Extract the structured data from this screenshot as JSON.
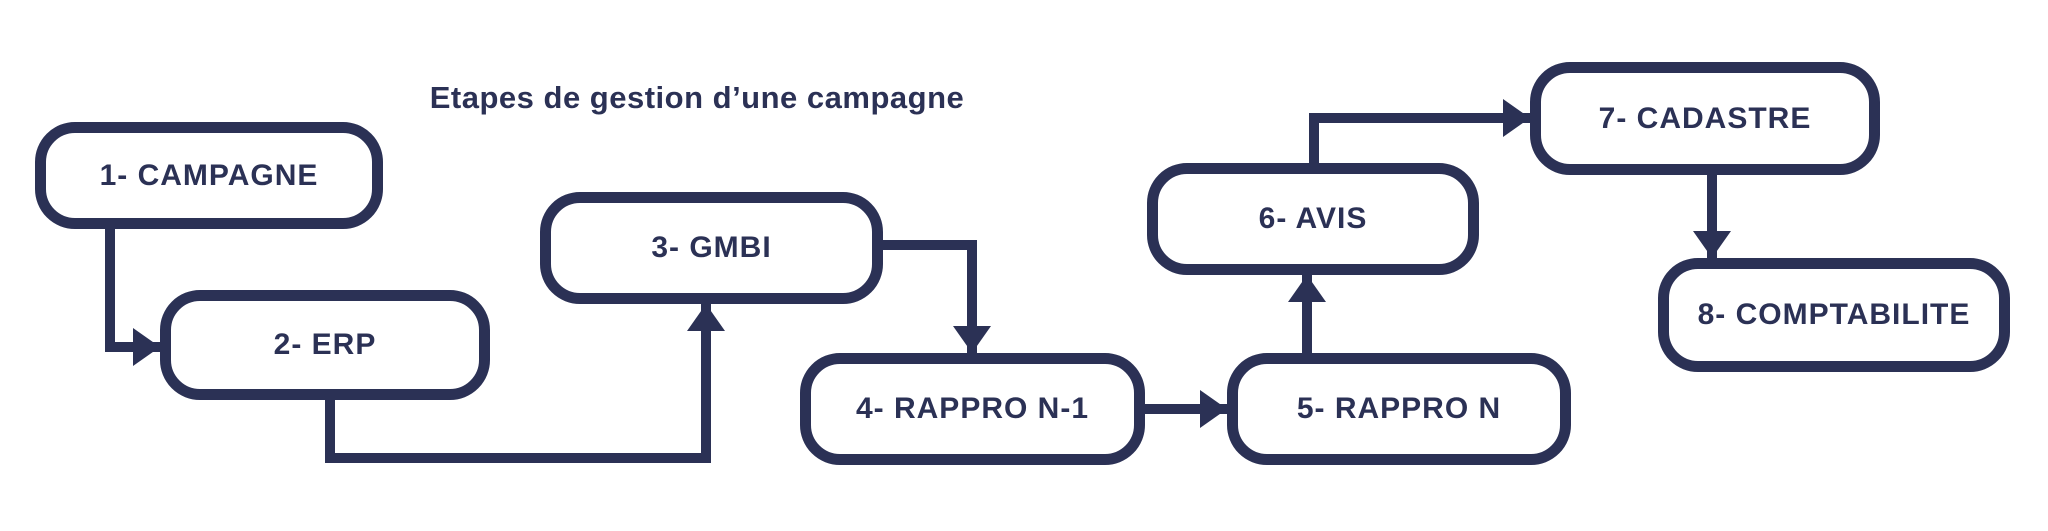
{
  "title": "Etapes de gestion d’une campagne",
  "colors": {
    "ink": "#2b3155",
    "background": "#ffffff"
  },
  "nodes": [
    {
      "id": "campagne",
      "label": "1- CAMPAGNE"
    },
    {
      "id": "erp",
      "label": "2- ERP"
    },
    {
      "id": "gmbi",
      "label": "3- GMBI"
    },
    {
      "id": "rappro-n-1",
      "label": "4- RAPPRO N-1"
    },
    {
      "id": "rappro-n",
      "label": "5- RAPPRO N"
    },
    {
      "id": "avis",
      "label": "6- AVIS"
    },
    {
      "id": "cadastre",
      "label": "7- CADASTRE"
    },
    {
      "id": "comptabilite",
      "label": "8- COMPTABILITE"
    }
  ],
  "edges": [
    {
      "from": "campagne",
      "to": "erp"
    },
    {
      "from": "erp",
      "to": "gmbi"
    },
    {
      "from": "gmbi",
      "to": "rappro-n-1"
    },
    {
      "from": "rappro-n-1",
      "to": "rappro-n"
    },
    {
      "from": "rappro-n",
      "to": "avis"
    },
    {
      "from": "avis",
      "to": "cadastre"
    },
    {
      "from": "cadastre",
      "to": "comptabilite"
    }
  ]
}
